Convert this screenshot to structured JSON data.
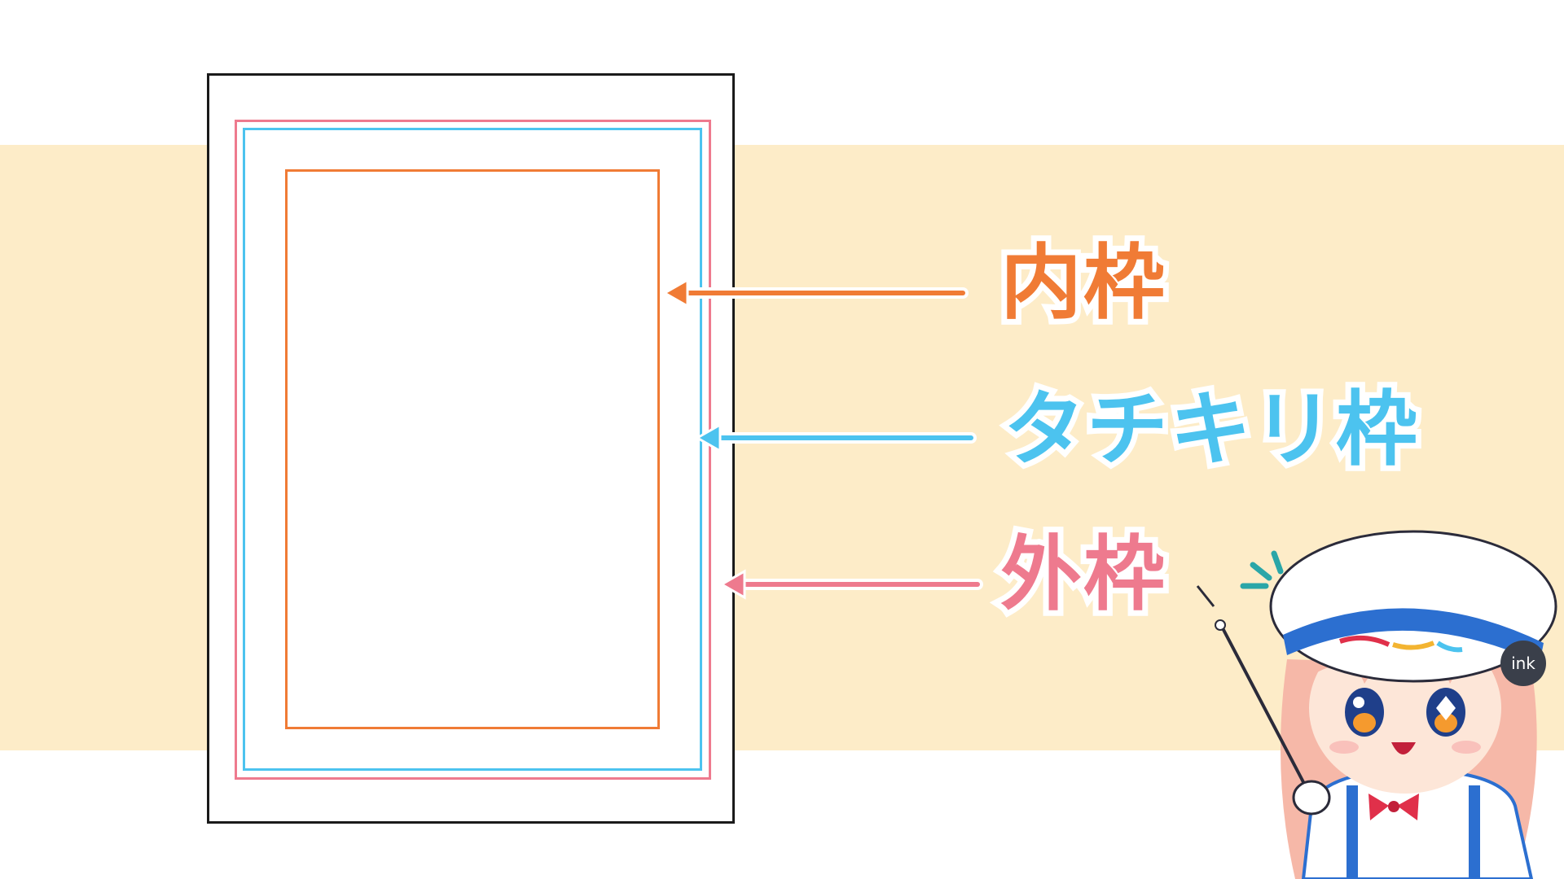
{
  "labels": {
    "inner_frame": "内枠",
    "trim_frame": "タチキリ枠",
    "outer_frame": "外枠"
  },
  "colors": {
    "background_band": "#fdecc8",
    "page_border": "#1a1a1a",
    "inner_frame": "#f07b35",
    "trim_frame": "#4cc3ef",
    "outer_frame": "#ee7a8e"
  },
  "mascot": {
    "hat_text": "ink"
  }
}
